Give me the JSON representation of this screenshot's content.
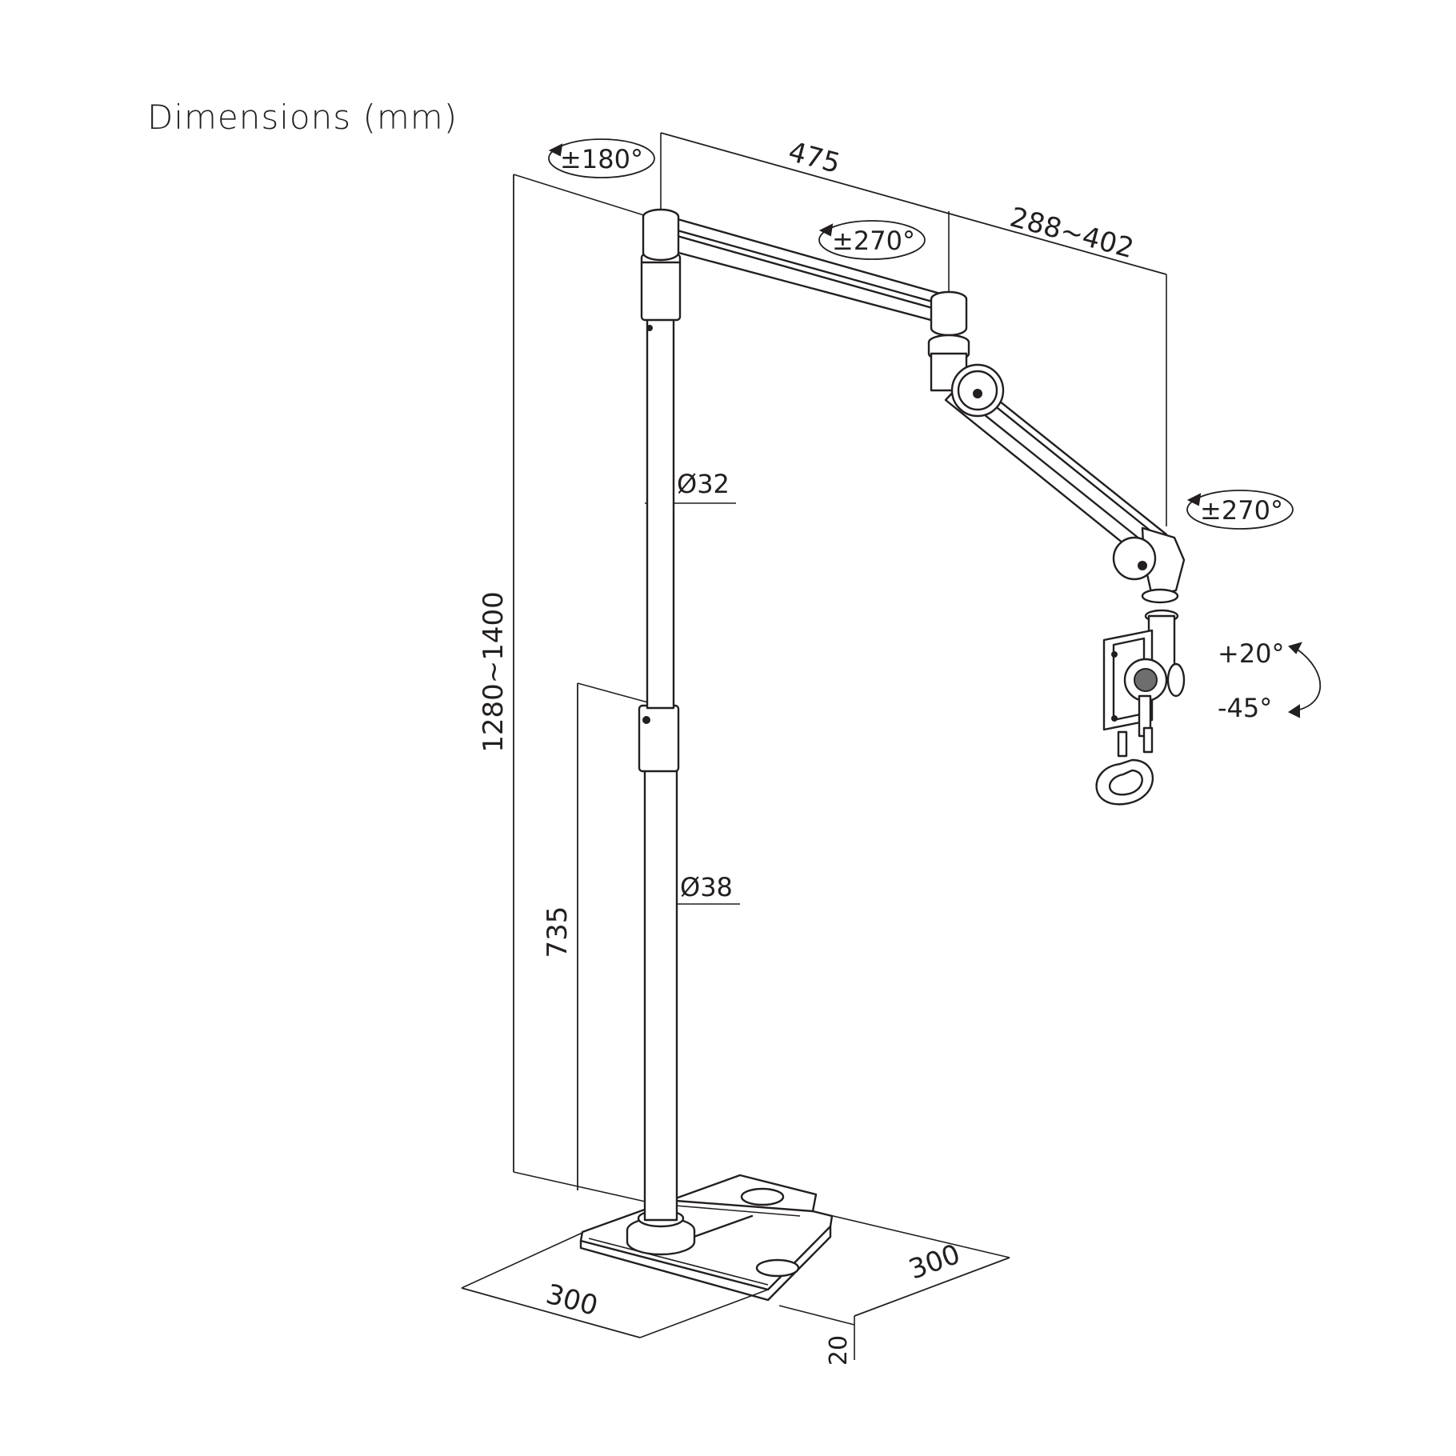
{
  "title": "Dimensions (mm)",
  "dimensions": {
    "arm_length_1": "475",
    "arm_length_2": "288~402",
    "total_height": "1280~1400",
    "lower_height": "735",
    "upper_pole_diameter": "Ø32",
    "lower_pole_diameter": "Ø38",
    "base_width": "300",
    "base_depth": "300",
    "base_thickness": "20"
  },
  "rotations": {
    "pole_top": "±180°",
    "arm_joint": "±270°",
    "head_joint": "±270°",
    "tilt_up": "+20°",
    "tilt_down": "-45°"
  }
}
